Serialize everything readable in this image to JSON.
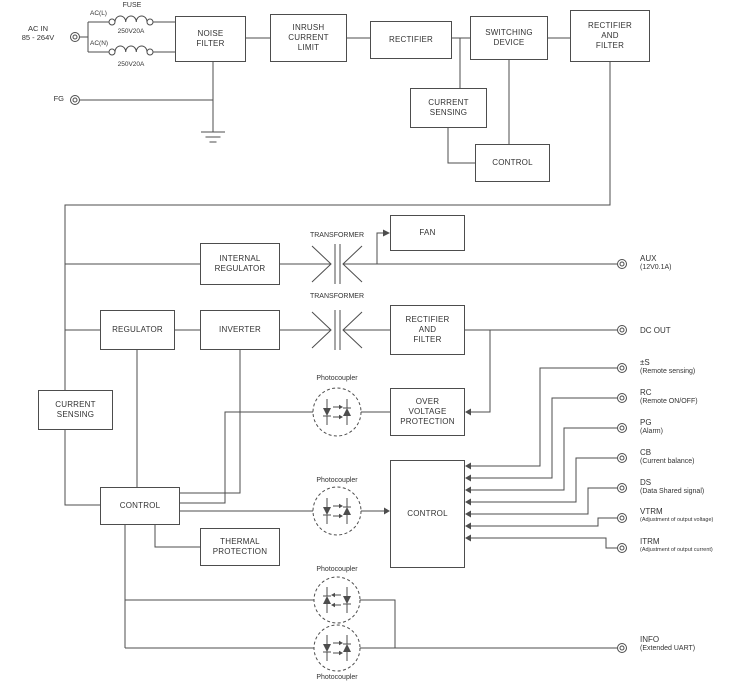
{
  "ac_input": {
    "line1": "AC IN",
    "line2": "85 - 264V",
    "ac_l": "AC(L)",
    "ac_n": "AC(N)",
    "fuse_label": "FUSE",
    "fuse_rating_1": "250V20A",
    "fuse_rating_2": "250V20A",
    "fg_label": "FG"
  },
  "blocks": {
    "noise_filter": "NOISE\nFILTER",
    "inrush_current_limit": "INRUSH\nCURRENT\nLIMIT",
    "rectifier": "RECTIFIER",
    "switching_device": "SWITCHING\nDEVICE",
    "rectifier_and_filter_1": "RECTIFIER\nAND\nFILTER",
    "current_sensing_1": "CURRENT\nSENSING",
    "control_1": "CONTROL",
    "internal_regulator": "INTERNAL\nREGULATOR",
    "fan": "FAN",
    "regulator": "REGULATOR",
    "inverter": "INVERTER",
    "rectifier_and_filter_2": "RECTIFIER\nAND\nFILTER",
    "current_sensing_2": "CURRENT\nSENSING",
    "over_voltage_protection": "OVER\nVOLTAGE\nPROTECTION",
    "control_2": "CONTROL",
    "control_3": "CONTROL",
    "thermal_protection": "THERMAL\nPROTECTION"
  },
  "labels": {
    "transformer_1": "TRANSFORMER",
    "transformer_2": "TRANSFORMER",
    "photocoupler_1": "Photocoupler",
    "photocoupler_2": "Photocoupler",
    "photocoupler_3": "Photocoupler",
    "photocoupler_4": "Photocoupler"
  },
  "terminals": [
    {
      "name": "AUX",
      "desc": "(12V0.1A)"
    },
    {
      "name": "DC OUT",
      "desc": ""
    },
    {
      "name": "±S",
      "desc": "(Remote sensing)"
    },
    {
      "name": "RC",
      "desc": "(Remote ON/OFF)"
    },
    {
      "name": "PG",
      "desc": "(Alarm)"
    },
    {
      "name": "CB",
      "desc": "(Current balance)"
    },
    {
      "name": "DS",
      "desc": "(Data Shared signal)"
    },
    {
      "name": "VTRM",
      "desc": "(Adjustment of output voltage)"
    },
    {
      "name": "ITRM",
      "desc": "(Adjustment of output current)"
    },
    {
      "name": "INFO",
      "desc": "(Extended UART)"
    }
  ],
  "colors": {
    "line": "#4d4d4d",
    "text": "#333333",
    "background": "#ffffff"
  }
}
